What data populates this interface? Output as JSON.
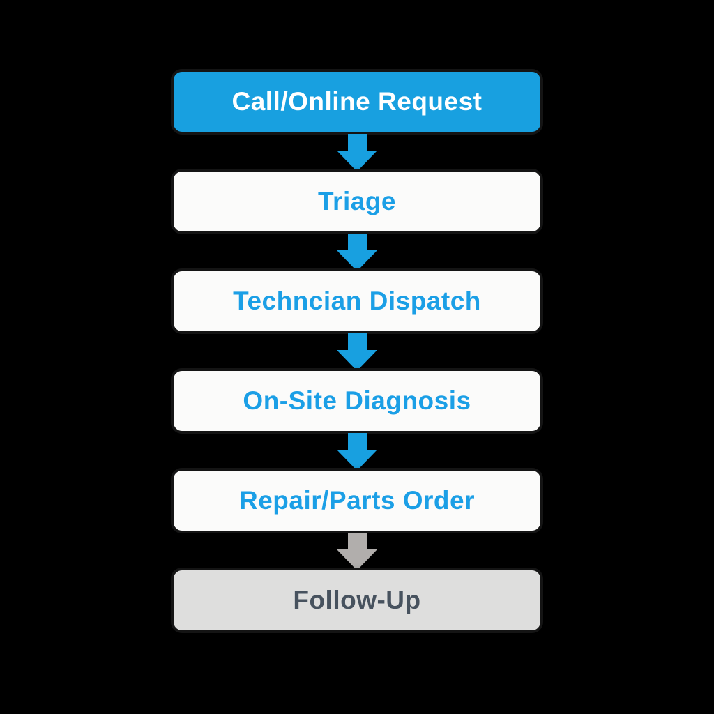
{
  "diagram": {
    "type": "flowchart",
    "direction": "top-down",
    "steps": [
      {
        "label": "Call/Online Request",
        "variant": "primary"
      },
      {
        "label": "Triage",
        "variant": "default"
      },
      {
        "label": "Techncian Dispatch",
        "variant": "default"
      },
      {
        "label": "On-Site Diagnosis",
        "variant": "default"
      },
      {
        "label": "Repair/Parts Order",
        "variant": "default"
      },
      {
        "label": "Follow-Up",
        "variant": "muted"
      }
    ],
    "connectors": [
      {
        "from": "Call/Online Request",
        "to": "Triage",
        "color": "blue"
      },
      {
        "from": "Triage",
        "to": "Techncian Dispatch",
        "color": "blue"
      },
      {
        "from": "Techncian Dispatch",
        "to": "On-Site Diagnosis",
        "color": "blue"
      },
      {
        "from": "On-Site Diagnosis",
        "to": "Repair/Parts Order",
        "color": "blue"
      },
      {
        "from": "Repair/Parts Order",
        "to": "Follow-Up",
        "color": "gray"
      }
    ],
    "colors": {
      "background": "#000000",
      "accent_blue": "#18A0E0",
      "accent_text": "#1B9FE6",
      "primary_text": "#FFFFFF",
      "box_white": "#FBFBFA",
      "muted_box": "#DEDEDD",
      "muted_text": "#47525E",
      "muted_arrow": "#B1AEAC"
    }
  }
}
